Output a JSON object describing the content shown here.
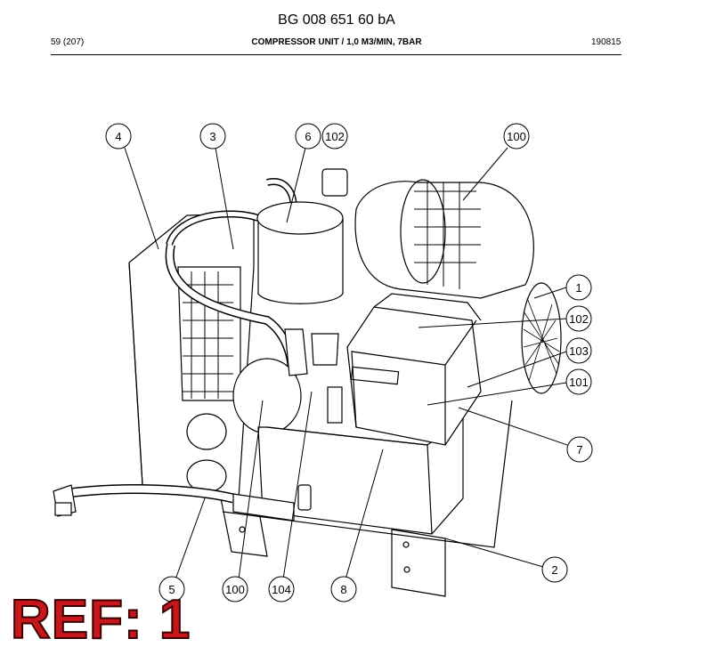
{
  "header": {
    "doc_number": "BG 008 651 60 bA",
    "page": "59 (207)",
    "title": "COMPRESSOR UNIT / 1,0 M3/MIN, 7BAR",
    "date": "190815"
  },
  "callouts": [
    "4",
    "3",
    "6",
    "102",
    "100",
    "1",
    "102",
    "103",
    "101",
    "7",
    "2",
    "5",
    "100",
    "104",
    "8"
  ],
  "ref_stamp": "REF: 1"
}
